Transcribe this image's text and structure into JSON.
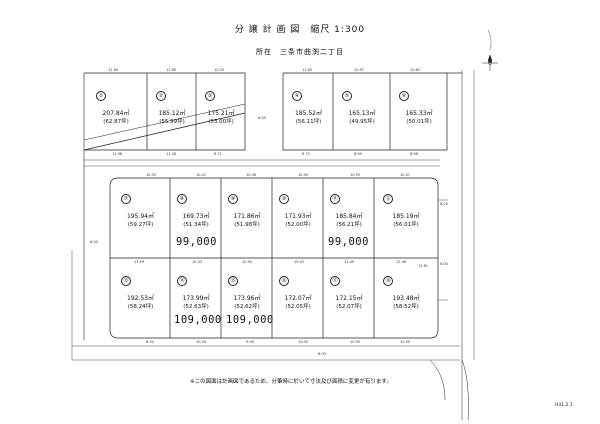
{
  "title": "分 譲 計 画 図　縮尺 1:300",
  "location": "所在　三条市曲渕二丁目",
  "footnote": "※この図面は計画図であるため、分筆時に於いて寸法及び面積に変更が有ります。",
  "stamp": "H31.2.1",
  "north_icon": "north-arrow-icon",
  "lots": [
    {
      "no": "①",
      "area": "207.84㎡",
      "tsubo": "(62.87坪)"
    },
    {
      "no": "②",
      "area": "185.12㎡",
      "tsubo": "(55.99坪)"
    },
    {
      "no": "③",
      "area": "175.21㎡",
      "tsubo": "(53.00坪)"
    },
    {
      "no": "④",
      "area": "185.52㎡",
      "tsubo": "(56.11坪)"
    },
    {
      "no": "⑤",
      "area": "165.13㎡",
      "tsubo": "(49.95坪)"
    },
    {
      "no": "⑥",
      "area": "165.33㎡",
      "tsubo": "(50.01坪)"
    },
    {
      "no": "⑦",
      "area": "195.94㎡",
      "tsubo": "(59.27坪)"
    },
    {
      "no": "⑧",
      "area": "169.73㎡",
      "tsubo": "(51.34坪)"
    },
    {
      "no": "⑨",
      "area": "171.86㎡",
      "tsubo": "(51.98坪)"
    },
    {
      "no": "⑩",
      "area": "171.93㎡",
      "tsubo": "(52.00坪)"
    },
    {
      "no": "⑪",
      "area": "185.84㎡",
      "tsubo": "(56.21坪)"
    },
    {
      "no": "⑫",
      "area": "185.19㎡",
      "tsubo": "(56.01坪)"
    },
    {
      "no": "⑬",
      "area": "192.53㎡",
      "tsubo": "(58.24坪)"
    },
    {
      "no": "⑭",
      "area": "173.99㎡",
      "tsubo": "(52.63坪)"
    },
    {
      "no": "⑮",
      "area": "173.96㎡",
      "tsubo": "(52.62坪)"
    },
    {
      "no": "⑯",
      "area": "172.07㎡",
      "tsubo": "(52.05坪)"
    },
    {
      "no": "⑰",
      "area": "172.15㎡",
      "tsubo": "(52.07坪)"
    },
    {
      "no": "⑱",
      "area": "193.48㎡",
      "tsubo": "(58.52坪)"
    }
  ],
  "prices": {
    "lot8": "99,000",
    "lot11": "99,000",
    "lot14": "109,000",
    "lot15": "109,000"
  },
  "dimensions": {
    "top_row_top": [
      "11.80",
      "11.80",
      "10.00",
      "11.65",
      "10.97",
      "10.62"
    ],
    "top_row_bottom": [
      "11.98",
      "11.28",
      "8.71",
      "8.70",
      "8.99",
      "8.98"
    ],
    "mid_row_top": [
      "10.35",
      "10.47",
      "10.36",
      "10.50",
      "10.59",
      "10.47"
    ],
    "mid_row_mid": [
      "13.59",
      "10.43",
      "10.50",
      "10.53",
      "11.49",
      "12.48",
      "13.61"
    ],
    "bottom_row": [
      "8.92",
      "10.43",
      "9.99",
      "10.00",
      "10.50",
      "10.50"
    ],
    "road_left": "6.00",
    "road_right": "6.00",
    "road_mid": "6.00",
    "road_lower_right": "6.00",
    "road_upper": "6.00"
  }
}
